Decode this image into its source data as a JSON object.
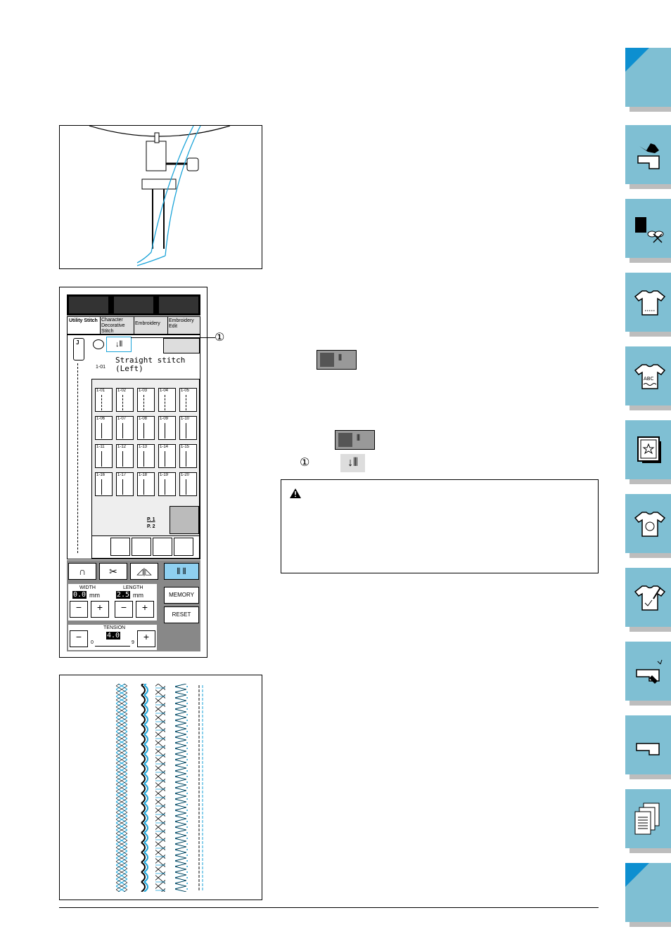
{
  "lcd": {
    "tabs": [
      {
        "label": "Utility Stitch"
      },
      {
        "label": "Character Decorative Stitch"
      },
      {
        "label": "Embroidery"
      },
      {
        "label": "Embroidery Edit"
      }
    ],
    "presser_foot": "J",
    "stitch_name": "Straight stitch (Left)",
    "stitch_code": "1-01",
    "stitches": [
      "1-01",
      "1-02",
      "1-03",
      "1-04",
      "1-05",
      "1-06",
      "1-07",
      "1-08",
      "1-09",
      "1-10",
      "1-11",
      "1-12",
      "1-13",
      "1-14",
      "1-15",
      "1-16",
      "1-17",
      "1-18",
      "1-19",
      "1-20"
    ],
    "page_current": "P. 1",
    "page_total": "P. 2",
    "width_label": "WIDTH",
    "width_value": "0.0",
    "width_unit": "mm",
    "length_label": "LENGTH",
    "length_value": "2.5",
    "length_unit": "mm",
    "memory_label": "MEMORY",
    "reset_label": "RESET",
    "tension_label": "TENSION",
    "tension_value": "4.0",
    "tension_min": "0",
    "tension_max": "9",
    "minus": "−",
    "plus": "+"
  },
  "callout_number": "①",
  "legend_number": "①",
  "side_tabs": [
    {
      "icon": "blank-tab"
    },
    {
      "icon": "sewing-machine-hand-icon"
    },
    {
      "icon": "thread-spools-icon"
    },
    {
      "icon": "shirt-icon"
    },
    {
      "icon": "shirt-abc-icon"
    },
    {
      "icon": "embroidery-frame-icon"
    },
    {
      "icon": "shirt-embroidery-icon"
    },
    {
      "icon": "shirt-mending-icon"
    },
    {
      "icon": "machine-maintenance-icon"
    },
    {
      "icon": "sewing-machine-icon"
    },
    {
      "icon": "document-pages-icon"
    },
    {
      "icon": "blank-tab"
    }
  ],
  "colors": {
    "tab": "#7fbfd3",
    "tab_corner": "#0d8fd0",
    "thread": "#1aa3d8"
  }
}
